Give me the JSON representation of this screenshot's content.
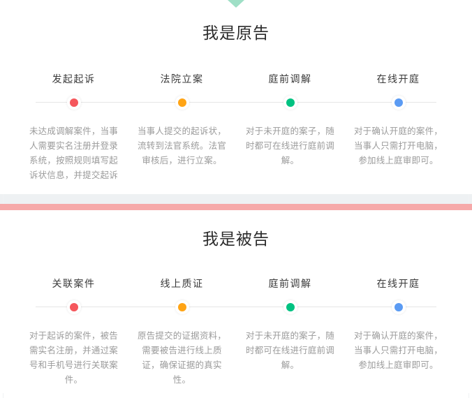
{
  "page": {
    "background": "#ffffff",
    "side_rail_color": "#f0f2f4"
  },
  "top_arrow": {
    "icon": "chevron-down-triangle-icon",
    "color": "#9fdfc6"
  },
  "divider": {
    "bar_color": "#f6a9a9",
    "gap_color": "#eef1f3",
    "arrow_icon": "chevron-down-triangle-icon",
    "arrow_color": "#f8b3b0"
  },
  "sections": [
    {
      "id": "plaintiff",
      "title": "我是原告",
      "steps": [
        {
          "label": "发起起诉",
          "dot_color": "#f5575c",
          "desc": "未达成调解案件，当事人需要实名注册并登录系统，按照规则填写起诉状信息，并提交起诉"
        },
        {
          "label": "法院立案",
          "dot_color": "#ffa415",
          "desc": "当事人提交的起诉状，流转到法官系统。法官审核后，进行立案。"
        },
        {
          "label": "庭前调解",
          "dot_color": "#00c281",
          "desc": "对于未开庭的案子，随时都可在线进行庭前调解。"
        },
        {
          "label": "在线开庭",
          "dot_color": "#5b9bf3",
          "desc": "对于确认开庭的案件，当事人只需打开电脑，参加线上庭审即可。"
        }
      ]
    },
    {
      "id": "defendant",
      "title": "我是被告",
      "steps": [
        {
          "label": "关联案件",
          "dot_color": "#f5575c",
          "desc": "对于起诉的案件，被告需实名注册，并通过案号和手机号进行关联案件。"
        },
        {
          "label": "线上质证",
          "dot_color": "#ffa415",
          "desc": "原告提交的证据资料，需要被告进行线上质证，确保证据的真实性。"
        },
        {
          "label": "庭前调解",
          "dot_color": "#00c281",
          "desc": "对于未开庭的案子，随时都可在线进行庭前调解。"
        },
        {
          "label": "在线开庭",
          "dot_color": "#5b9bf3",
          "desc": "对于确认开庭的案件，当事人只需打开电脑，参加线上庭审即可。"
        }
      ]
    }
  ]
}
